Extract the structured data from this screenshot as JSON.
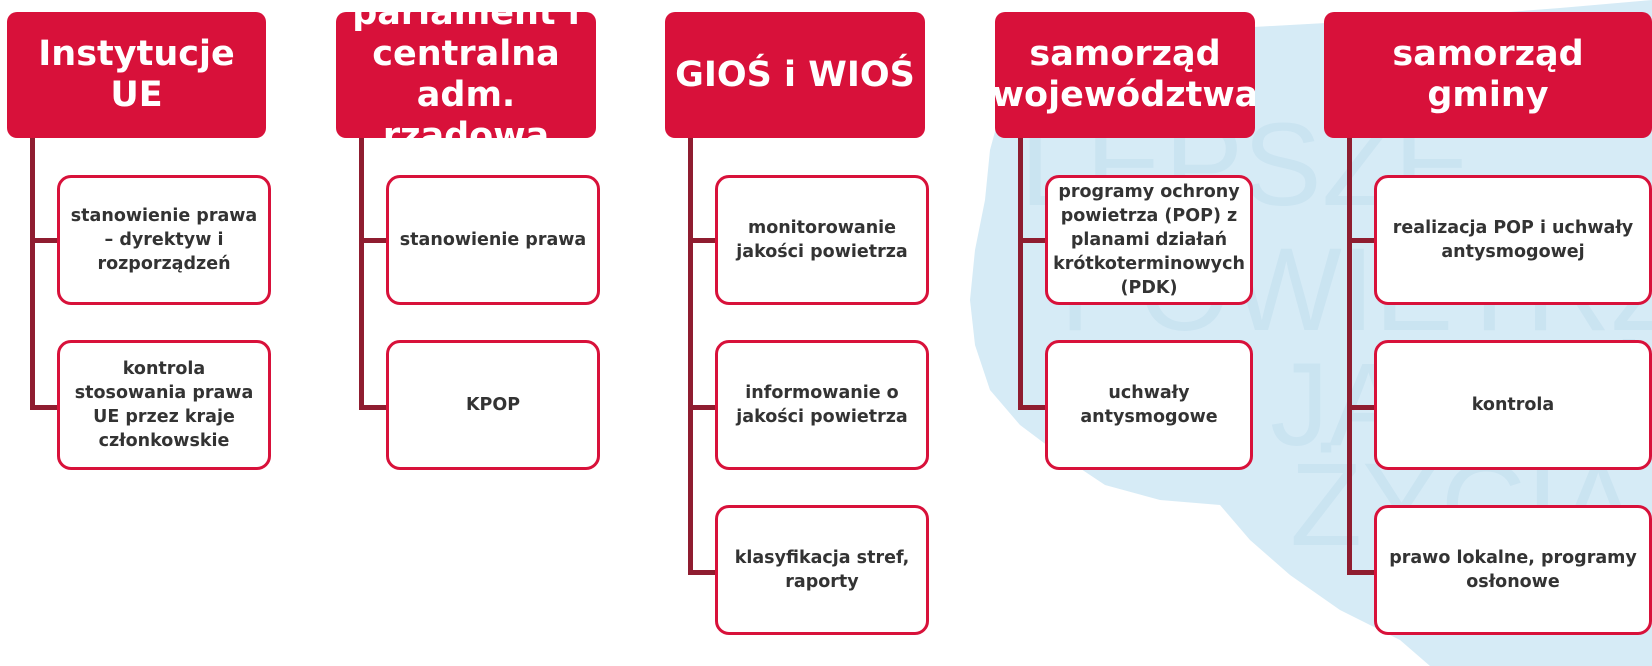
{
  "colors": {
    "header_fill": "#d8113a",
    "child_border": "#d8113a",
    "connector": "#8f1d30",
    "child_text": "#333333",
    "watermark": "#d6ebf6"
  },
  "watermark": {
    "icon": "poland-map-watermark",
    "lines": [
      "LEPSZE",
      "POWIETRZA",
      "JAKOŚĆ",
      "ŻYCIA"
    ]
  },
  "columns": [
    {
      "header": "Instytucje UE",
      "items": [
        "stanowienie prawa – dyrektyw i rozporządzeń",
        "kontrola stosowania prawa UE przez kraje członkowskie"
      ]
    },
    {
      "header": "parlament i centralna adm. rządowa",
      "items": [
        "stanowienie prawa",
        "KPOP"
      ]
    },
    {
      "header": "GIOŚ i WIOŚ",
      "items": [
        "monitorowanie jakości powietrza",
        "informowanie o jakości powietrza",
        "klasyfikacja stref, raporty"
      ]
    },
    {
      "header": "samorząd województwa",
      "items": [
        "programy ochrony powietrza (POP) z planami działań krótkoterminowych (PDK)",
        "uchwały antysmogowe"
      ]
    },
    {
      "header": "samorząd gminy",
      "items": [
        "realizacja POP i uchwały antysmogowej",
        "kontrola",
        "prawo lokalne, programy osłonowe"
      ]
    }
  ]
}
